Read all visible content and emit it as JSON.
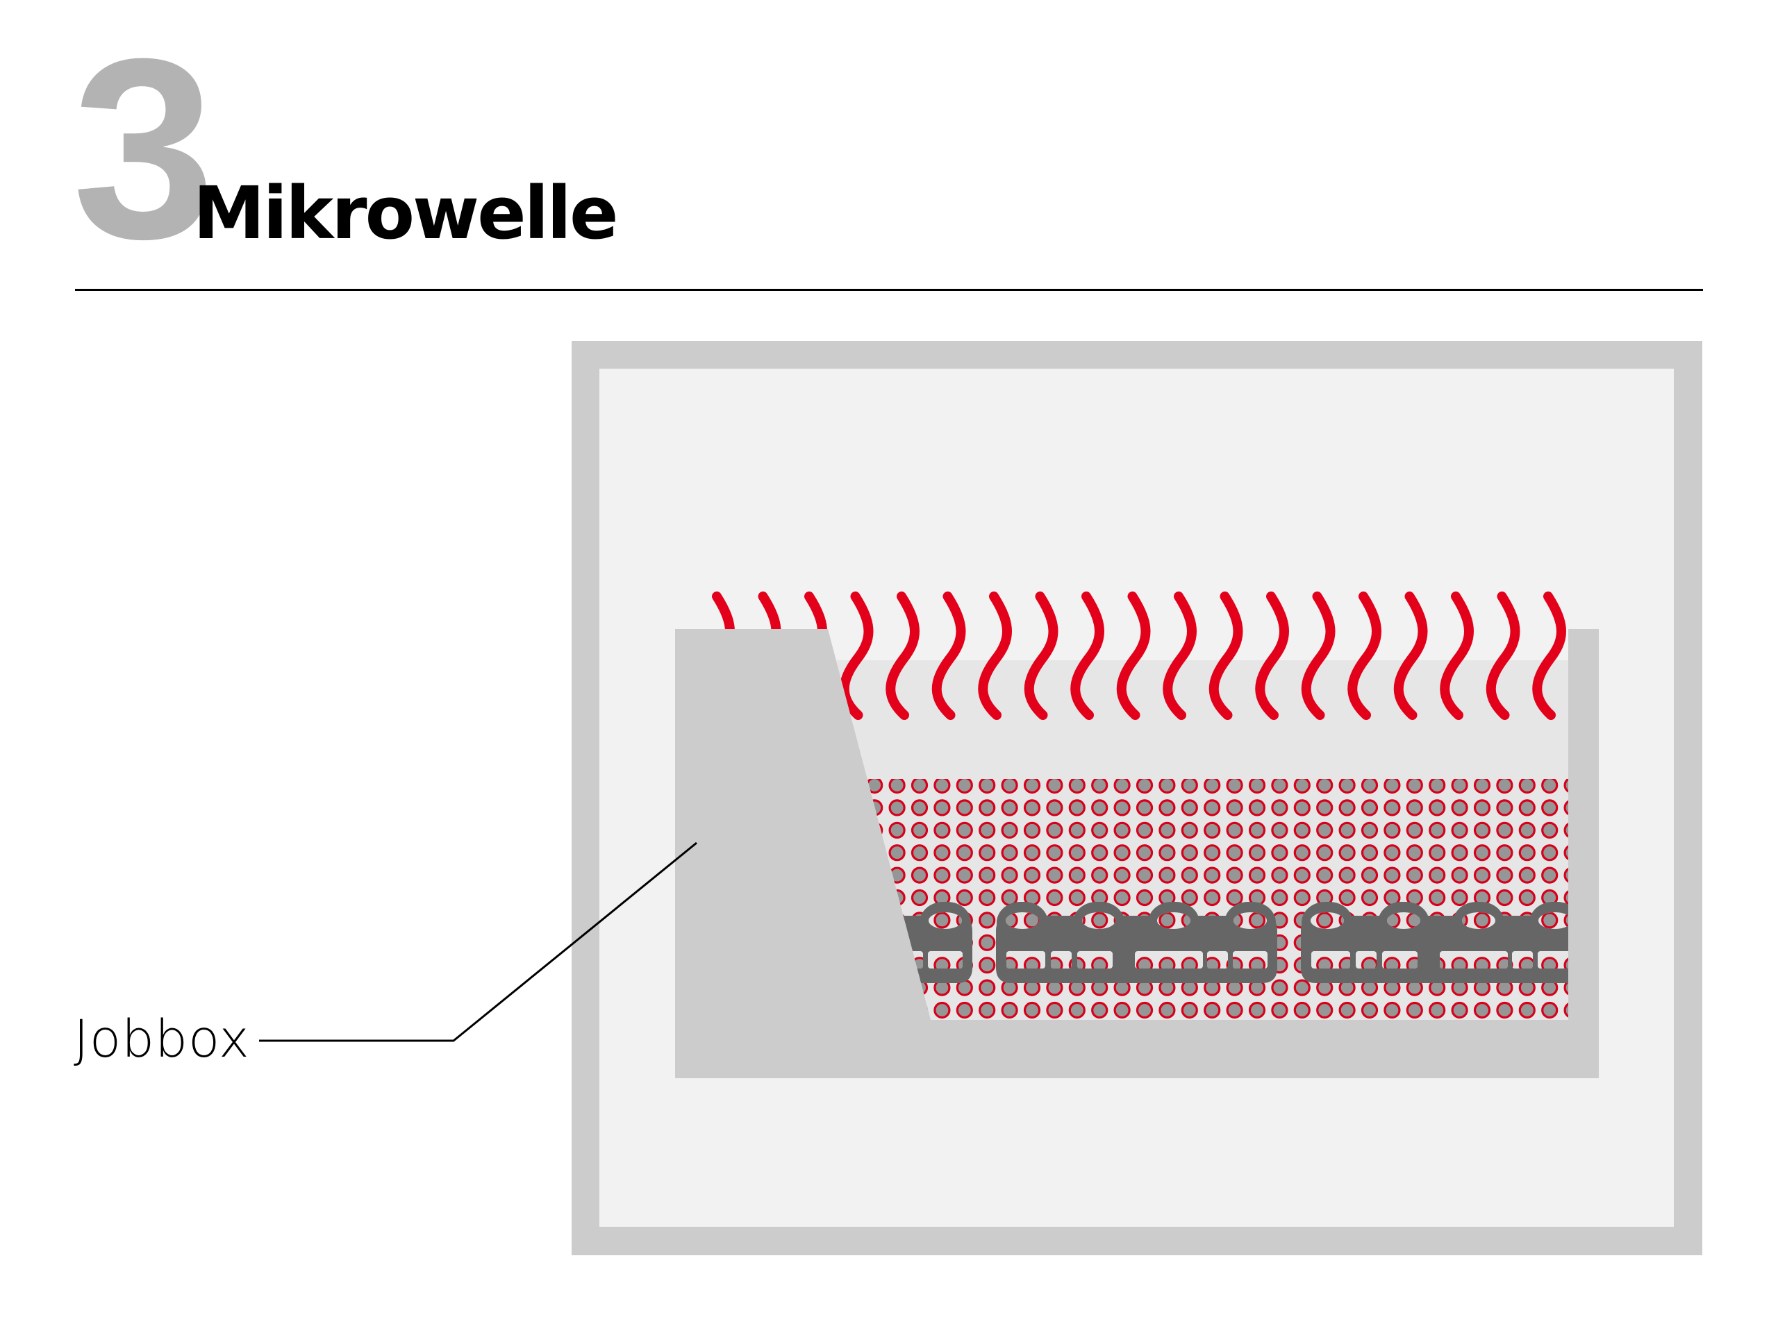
{
  "header": {
    "step_number": "3",
    "title": "Mikrowelle"
  },
  "diagram": {
    "label": "Jobbox",
    "wave_count": 19,
    "dot_rows": 11,
    "tray_count": 3,
    "colors": {
      "oven_frame": "#cccccc",
      "oven_interior": "#f2f2f2",
      "jobbox": "#cccccc",
      "tray_area": "#e6e6e6",
      "wave": "#e2001a",
      "dot_fill": "#969696",
      "dot_stroke": "#d8001a",
      "tray": "#666666",
      "step_number": "#b3b3b3"
    }
  }
}
